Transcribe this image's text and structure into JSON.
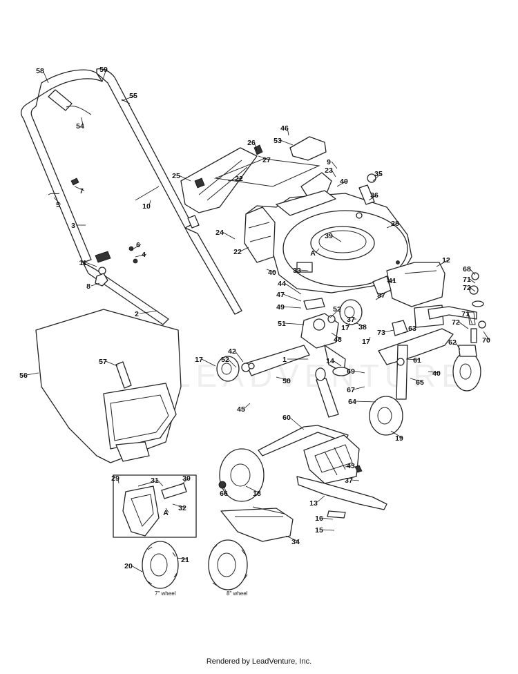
{
  "footer": "Rendered by LeadVenture, Inc.",
  "watermark": "LEADVENTURE",
  "captions": {
    "wheel7": "7\" wheel",
    "wheel8": "8\" wheel"
  },
  "callouts": [
    "1",
    "2",
    "3",
    "4",
    "5",
    "6",
    "7",
    "8",
    "9",
    "10",
    "11",
    "12",
    "13",
    "14",
    "15",
    "16",
    "17",
    "17",
    "17",
    "18",
    "19",
    "20",
    "21",
    "22",
    "22",
    "23",
    "24",
    "25",
    "26",
    "27",
    "28",
    "29",
    "30",
    "31",
    "32",
    "33",
    "34",
    "35",
    "36",
    "37",
    "37",
    "37",
    "38",
    "39",
    "40",
    "40",
    "40",
    "41",
    "42",
    "43",
    "44",
    "45",
    "46",
    "47",
    "48",
    "49",
    "50",
    "51",
    "52",
    "52",
    "53",
    "54",
    "55",
    "56",
    "57",
    "58",
    "59",
    "60",
    "61",
    "62",
    "63",
    "64",
    "65",
    "66",
    "67",
    "68",
    "69",
    "70",
    "71",
    "71",
    "72",
    "72",
    "73",
    "A",
    "A"
  ]
}
